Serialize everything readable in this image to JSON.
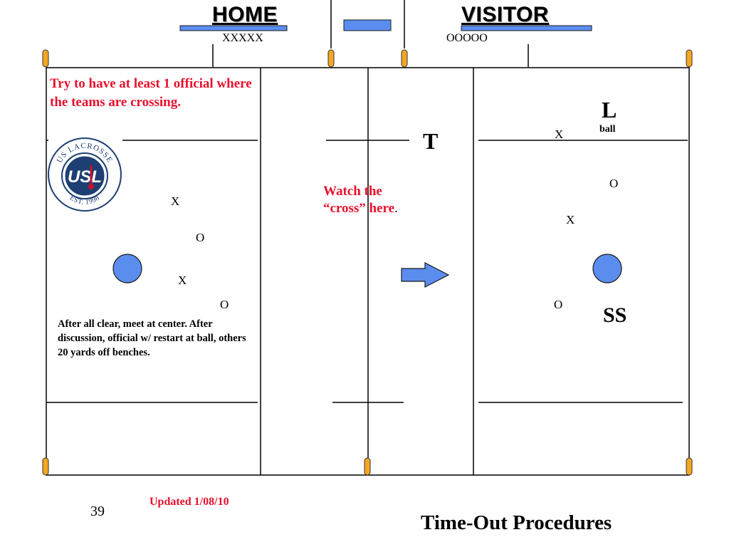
{
  "slide": {
    "title": "Time-Out Procedures",
    "number": "39",
    "updated": "Updated 1/08/10"
  },
  "teams": {
    "home_label": "HOME",
    "home_roster": "XXXXX",
    "visitor_label": "VISITOR",
    "visitor_roster": "OOOOO"
  },
  "notes": {
    "crossing_tip": "Try to have at least  1 official where the teams are crossing.",
    "watch_cross_main": "Watch the “cross” here",
    "watch_cross_period": ".",
    "after_clear": "After all clear, meet at center.  After discussion, official w/ restart at ball, others 20 yards off benches."
  },
  "officials": {
    "t": "T",
    "l": "L",
    "ball": "ball",
    "ss": "SS"
  },
  "players": {
    "left_x1": "X",
    "left_o1": "O",
    "left_x2": "X",
    "left_o2": "O",
    "right_x1": "X",
    "right_o1": "O",
    "right_x2": "X",
    "right_o2": "O"
  },
  "logo": {
    "top_text": "US LACROSSE",
    "center_text": "USL",
    "bottom_text": "EST. 1998"
  },
  "colors": {
    "accent_blue": "#5b8def",
    "cone_orange": "#f5a623",
    "note_red": "#e8112d",
    "logo_navy": "#1d3f73",
    "logo_red": "#c8102e"
  },
  "icons": {
    "arrow": "right-arrow-icon",
    "official_circle": "official-circle-icon",
    "cone": "cone-icon"
  }
}
